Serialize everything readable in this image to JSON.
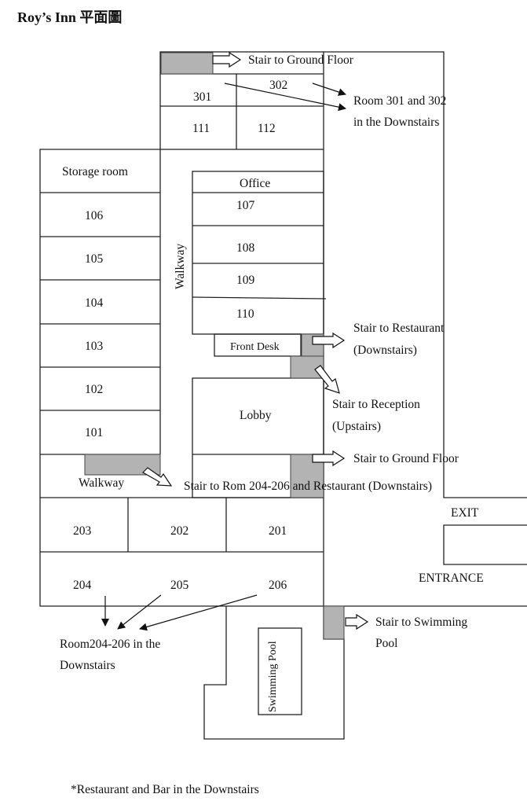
{
  "title": "Roy’s Inn 平面圖",
  "rooms": {
    "r301": "301",
    "r302": "302",
    "r111": "111",
    "r112": "112",
    "storage": "Storage room",
    "office": "Office",
    "r107": "107",
    "r108": "108",
    "r109": "109",
    "r110": "110",
    "r106": "106",
    "r105": "105",
    "r104": "104",
    "r103": "103",
    "r102": "102",
    "r101": "101",
    "front_desk": "Front Desk",
    "lobby": "Lobby",
    "r203": "203",
    "r202": "202",
    "r201": "201",
    "r204": "204",
    "r205": "205",
    "r206": "206",
    "pool": "Swimming Pool"
  },
  "labels": {
    "walkway_vertical": "Walkway",
    "walkway_horizontal": "Walkway",
    "stair_ground_top": "Stair to Ground Floor",
    "room_301_302_line1": "Room 301 and 302",
    "room_301_302_line2": "in the Downstairs",
    "stair_restaurant_line1": "Stair to Restaurant",
    "stair_restaurant_line2": "(Downstairs)",
    "stair_reception_line1": "Stair to Reception",
    "stair_reception_line2": "(Upstairs)",
    "stair_ground_mid": "Stair to Ground Floor",
    "stair_204_206": "Stair to Rom 204-206 and Restaurant (Downstairs)",
    "exit": "EXIT",
    "entrance": "ENTRANCE",
    "stair_pool_line1": "Stair to Swimming",
    "stair_pool_line2": "Pool",
    "room_204_206_line1": "Room204-206 in the",
    "room_204_206_line2": "Downstairs",
    "footnote": "*Restaurant and Bar in the Downstairs"
  },
  "colors": {
    "stair_fill": "#b3b3b3",
    "line": "#222222",
    "background": "#ffffff"
  }
}
